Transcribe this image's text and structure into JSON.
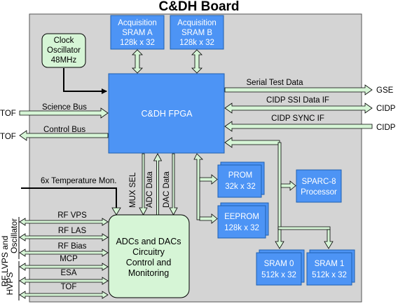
{
  "title": "C&DH Board",
  "colors": {
    "board_fill": "#d4d4d4",
    "blue_fill": "#4d94f5",
    "blue_stroke": "#1f5fb0",
    "green_fill": "#d6f5d6",
    "arrow_fill": "#d6f5d6"
  },
  "blocks": {
    "acq_sram_a": [
      "Acquisition",
      "SRAM A",
      "128k x 32"
    ],
    "acq_sram_b": [
      "Acquisition",
      "SRAM B",
      "128k x 32"
    ],
    "clock": [
      "Clock",
      "Oscillator",
      "48MHz"
    ],
    "fpga": "C&DH FPGA",
    "prom": [
      "PROM",
      "32k x 32"
    ],
    "eeprom": [
      "EEPROM",
      "128k x 32"
    ],
    "sparc": [
      "SPARC-8",
      "Processor"
    ],
    "adc_dac": [
      "ADCs and DACs",
      "Circuitry",
      "Control and",
      "Monitoring"
    ],
    "sram0": [
      "SRAM 0",
      "512k x 32"
    ],
    "sram1": [
      "SRAM 1",
      "512k x 32"
    ]
  },
  "signals": {
    "serial_test_data": "Serial Test Data",
    "cidp_ssi": "CIDP SSI Data IF",
    "cidp_sync": "CIDP SYNC IF",
    "science_bus": "Science Bus",
    "control_bus": "Control Bus",
    "temperature": "6x Temperature Mon.",
    "mux_sel": "MUX SEL",
    "adc_data": "ADC Data",
    "dac_data": "DAC Data",
    "rf_vps": "RF VPS",
    "rf_las": "RF LAS",
    "rf_bias": "RF Bias",
    "mcp": "MCP",
    "esa": "ESA",
    "tof": "TOF"
  },
  "external": {
    "tof_in": "TOF",
    "tof_out": "TOF",
    "gse": "GSE",
    "cidp_ssi": "CIDP",
    "cidp_sync": "CIDP"
  },
  "side_labels": {
    "rf": "RF LVPS and",
    "oscillator": "Oscillator",
    "hvps": "HVPS"
  }
}
